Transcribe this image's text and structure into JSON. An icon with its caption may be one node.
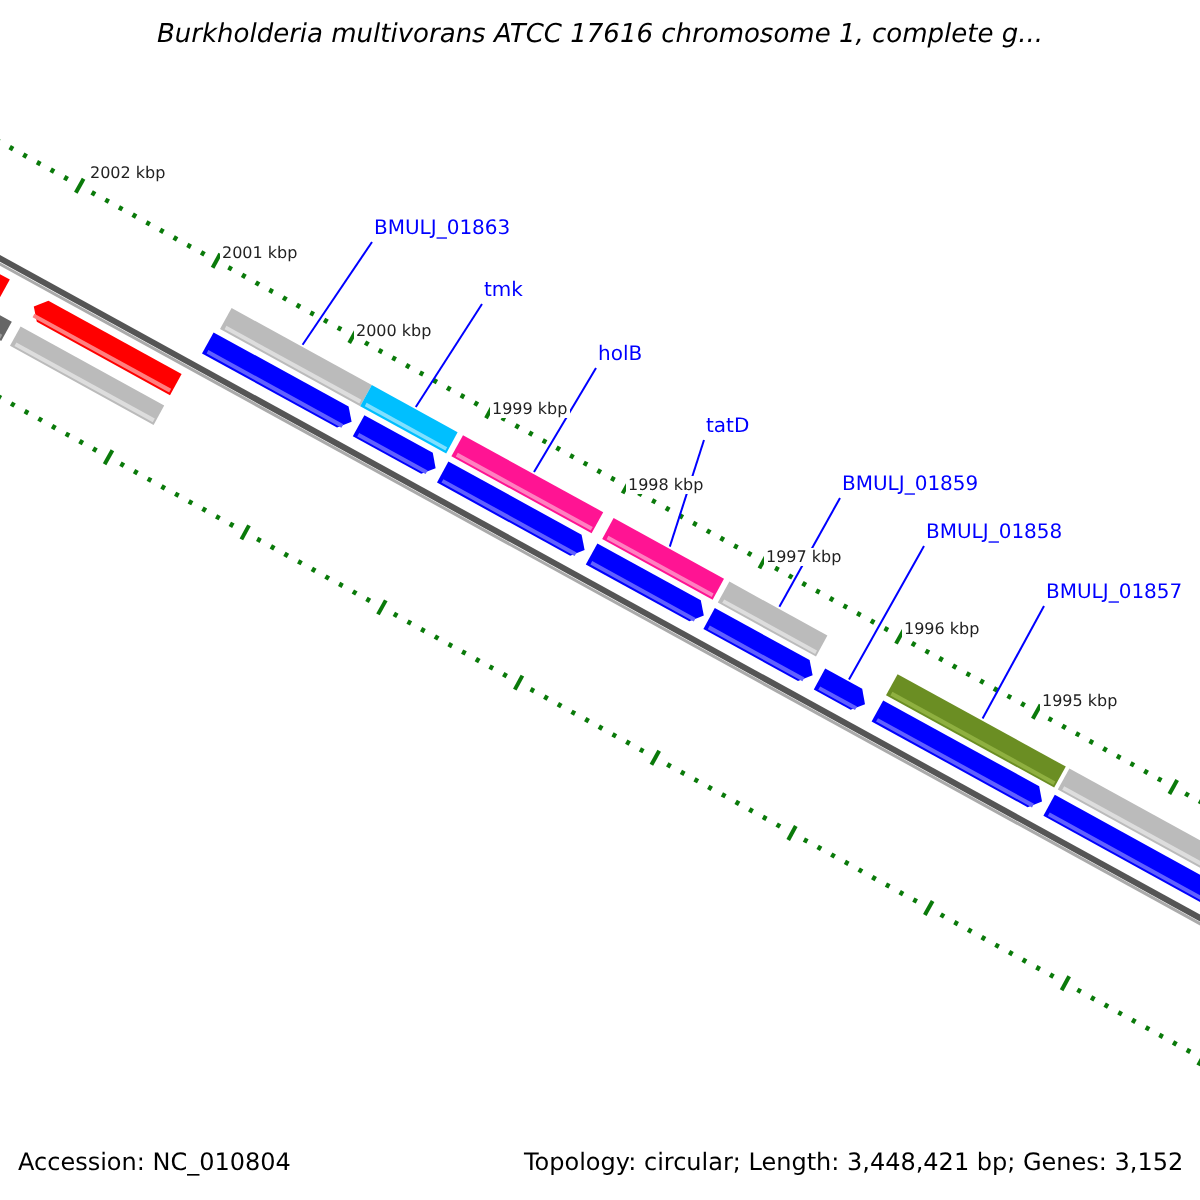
{
  "diagram": {
    "title": "Burkholderia multivorans ATCC 17616 chromosome 1, complete g...",
    "nodes": [
      {
        "text": [
          "BMULJ_01863"
        ]
      },
      {
        "text": [
          "tmk"
        ]
      },
      {
        "text": [
          "holB"
        ]
      },
      {
        "text": [
          "tatD"
        ]
      },
      {
        "text": [
          "BMULJ_01859"
        ]
      },
      {
        "text": [
          "BMULJ_01858"
        ]
      },
      {
        "text": [
          "BMULJ_01857"
        ]
      },
      {
        "text": [],
        "shape": "pentagon"
      },
      {
        "text": [],
        "shape": "bar"
      },
      {
        "text": [],
        "shape": "pentagon"
      },
      {
        "text": [],
        "shape": "bar"
      },
      {
        "text": [],
        "shape": "pentagon"
      },
      {
        "text": [],
        "shape": "bar"
      },
      {
        "text": [],
        "shape": "bar"
      },
      {
        "text": [],
        "shape": "pentagon"
      },
      {
        "text": [],
        "shape": "bar"
      },
      {
        "text": [],
        "shape": "pentagon"
      },
      {
        "text": [],
        "shape": "bar"
      },
      {
        "text": [],
        "shape": "pentagon"
      },
      {
        "text": [],
        "shape": "bar"
      },
      {
        "text": [],
        "shape": "pentagon"
      },
      {
        "text": [],
        "shape": "pentagon"
      },
      {
        "text": [],
        "shape": "bar"
      },
      {
        "text": [],
        "shape": "pentagon"
      },
      {
        "text": [],
        "shape": "pentagon"
      },
      {
        "text": [],
        "shape": "bar"
      }
    ],
    "edges": [
      {
        "from": 0,
        "to": 12,
        "arrow": "none",
        "color": "#0000ff"
      },
      {
        "from": 1,
        "to": 13,
        "arrow": "none",
        "color": "#0000ff"
      },
      {
        "from": 2,
        "to": 15,
        "arrow": "none",
        "color": "#0000ff"
      },
      {
        "from": 3,
        "to": 17,
        "arrow": "none",
        "color": "#0000ff"
      },
      {
        "from": 4,
        "to": 19,
        "arrow": "none",
        "color": "#0000ff"
      },
      {
        "from": 5,
        "to": 21,
        "arrow": "none",
        "color": "#0000ff"
      },
      {
        "from": 6,
        "to": 22,
        "arrow": "none",
        "color": "#0000ff"
      }
    ],
    "labels": [
      "2002 kbp",
      "2001 kbp",
      "2000 kbp",
      "1999 kbp",
      "1998 kbp",
      "1997 kbp",
      "1996 kbp",
      "1995 kbp",
      "Accession: NC_010804",
      "Topology: circular; Length: 3,448,421 bp; Genes: 3,152"
    ]
  }
}
